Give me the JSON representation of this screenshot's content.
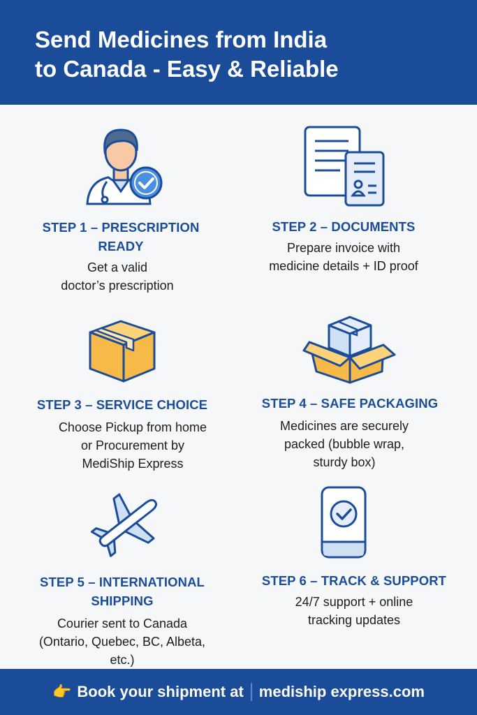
{
  "header": {
    "title_line1": "Send Medicines from India",
    "title_line2": "to Canada - Easy & Reliable"
  },
  "steps": [
    {
      "icon": "doctor-icon",
      "title_line1": "STEP 1 – PRESCRIPTION",
      "title_line2": "READY",
      "desc_line1": "Get a valid",
      "desc_line2": "doctor’s prescription"
    },
    {
      "icon": "documents-icon",
      "title_line1": "STEP 2 – DOCUMENTS",
      "desc_line1": "Prepare invoice with",
      "desc_line2": "medicine details + ID proof"
    },
    {
      "icon": "box-icon",
      "title_line1": "STEP 3 – SERVICE CHOICE",
      "desc_line1": "Choose Pickup from home",
      "desc_line2": "or Procurement by",
      "desc_line3": "MediShip Express"
    },
    {
      "icon": "open-box-icon",
      "title_line1": "STEP 4 – SAFE PACKAGING",
      "desc_line1": "Medicines are securely",
      "desc_line2": "packed (bubble wrap,",
      "desc_line3": "sturdy box)"
    },
    {
      "icon": "airplane-icon",
      "title_line1": "STEP 5 – INTERNATIONAL",
      "title_line2": "SHIPPING",
      "desc_line1": "Courier sent to Canada",
      "desc_line2": "(Ontario, Quebec, BC, Albeta,",
      "desc_line3": "etc.)"
    },
    {
      "icon": "phone-check-icon",
      "title_line1": "STEP 6 – TRACK & SUPPORT",
      "desc_line1": "24/7 support + online",
      "desc_line2": "tracking updates"
    }
  ],
  "footer": {
    "hand_icon": "👉",
    "cta": "Book your shipment at",
    "url": "mediship express.com"
  },
  "colors": {
    "brand_blue": "#1b4c99",
    "accent_light_blue": "#4a90e2",
    "box_orange": "#f7b947",
    "background": "#f6f7f9"
  }
}
